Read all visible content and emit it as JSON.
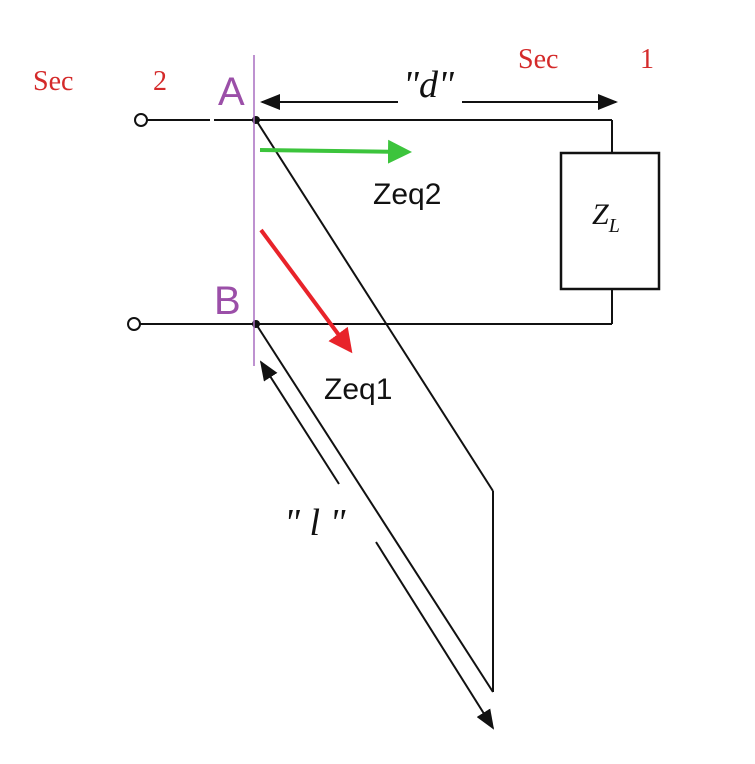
{
  "diagram": {
    "section_left": {
      "word": "Sec",
      "number": "2"
    },
    "section_right": {
      "word": "Sec",
      "number": "1"
    },
    "node_a": "A",
    "node_b": "B",
    "length_d_label": "\"d\"",
    "length_l_label": "\" l \"",
    "load": {
      "symbol": "Z",
      "subscript": "L"
    },
    "zeq2_label": "Zeq2",
    "zeq1_label": "Zeq1",
    "colors": {
      "section_text": "#d42a2a",
      "node_text": "#9b4fa8",
      "reference_line": "#a86fc0",
      "zeq2_arrow": "#3cc43c",
      "zeq1_arrow": "#e8232a",
      "wire": "#111111"
    }
  }
}
